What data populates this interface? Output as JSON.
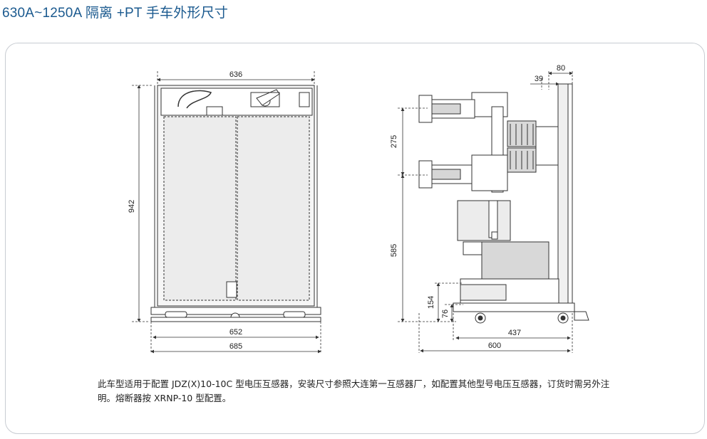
{
  "header": {
    "title": "630A~1250A 隔离 +PT 手车外形尺寸"
  },
  "front_view": {
    "dims": {
      "top_width": "636",
      "height": "942",
      "bottom_width_1": "652",
      "bottom_width_2": "685"
    }
  },
  "side_view": {
    "dims": {
      "top_80": "80",
      "top_39": "39",
      "d275": "275",
      "d585": "585",
      "d154": "154",
      "d76": "76",
      "d437": "437",
      "d600": "600"
    }
  },
  "note": {
    "text": "此车型适用于配置 JDZ(X)10-10C 型电压互感器，安装尺寸参照大连第一互感器厂，如配置其他型号电压互感器，订货时需另外注明。熔断器按 XRNP-10 型配置。"
  },
  "colors": {
    "title": "#1b5a8f",
    "line": "#333333",
    "body_fill": "#e8e8e8",
    "panel_border": "#c8ccd2"
  }
}
